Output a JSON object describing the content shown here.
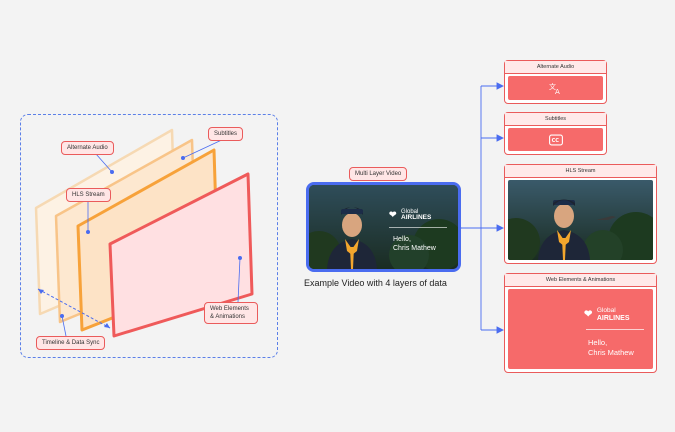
{
  "diagram": {
    "tags": {
      "alternate_audio": "Alternate Audio",
      "subtitles": "Subtitles",
      "hls_stream": "HLS Stream",
      "web_elements": "Web Elements & Animations",
      "timeline_sync": "Timeline & Data Sync"
    }
  },
  "center": {
    "tag": "Multi Layer Video",
    "caption": "Example Video with 4 layers of data",
    "overlay": {
      "brand_line1": "Global",
      "brand_line2": "AIRLINES",
      "greeting": "Hello,",
      "name": "Chris Mathew"
    }
  },
  "outputs": {
    "alternate_audio": {
      "title": "Alternate Audio",
      "icon": "translate-icon"
    },
    "subtitles": {
      "title": "Subtitles",
      "icon": "closed-caption-icon"
    },
    "hls_stream": {
      "title": "HLS Stream"
    },
    "web_elements": {
      "title": "Web Elements & Animations",
      "brand_line1": "Global",
      "brand_line2": "AIRLINES",
      "greeting": "Hello,",
      "name": "Chris Mathew"
    }
  },
  "colors": {
    "coral": "#f66a6a",
    "border": "#ea5b5b",
    "orange": "#f7a23a",
    "blue_frame": "#4a6cf0",
    "dashed": "#5b7fe8"
  }
}
